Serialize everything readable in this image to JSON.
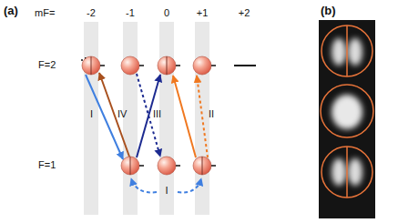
{
  "diagram": {
    "labels": [
      "(a)",
      "mF=",
      "-2",
      "-1",
      "0",
      "+1",
      "+2",
      "F=2",
      "F=1",
      "I",
      "IV",
      "III",
      "II",
      "I",
      "(b)"
    ]
  }
}
